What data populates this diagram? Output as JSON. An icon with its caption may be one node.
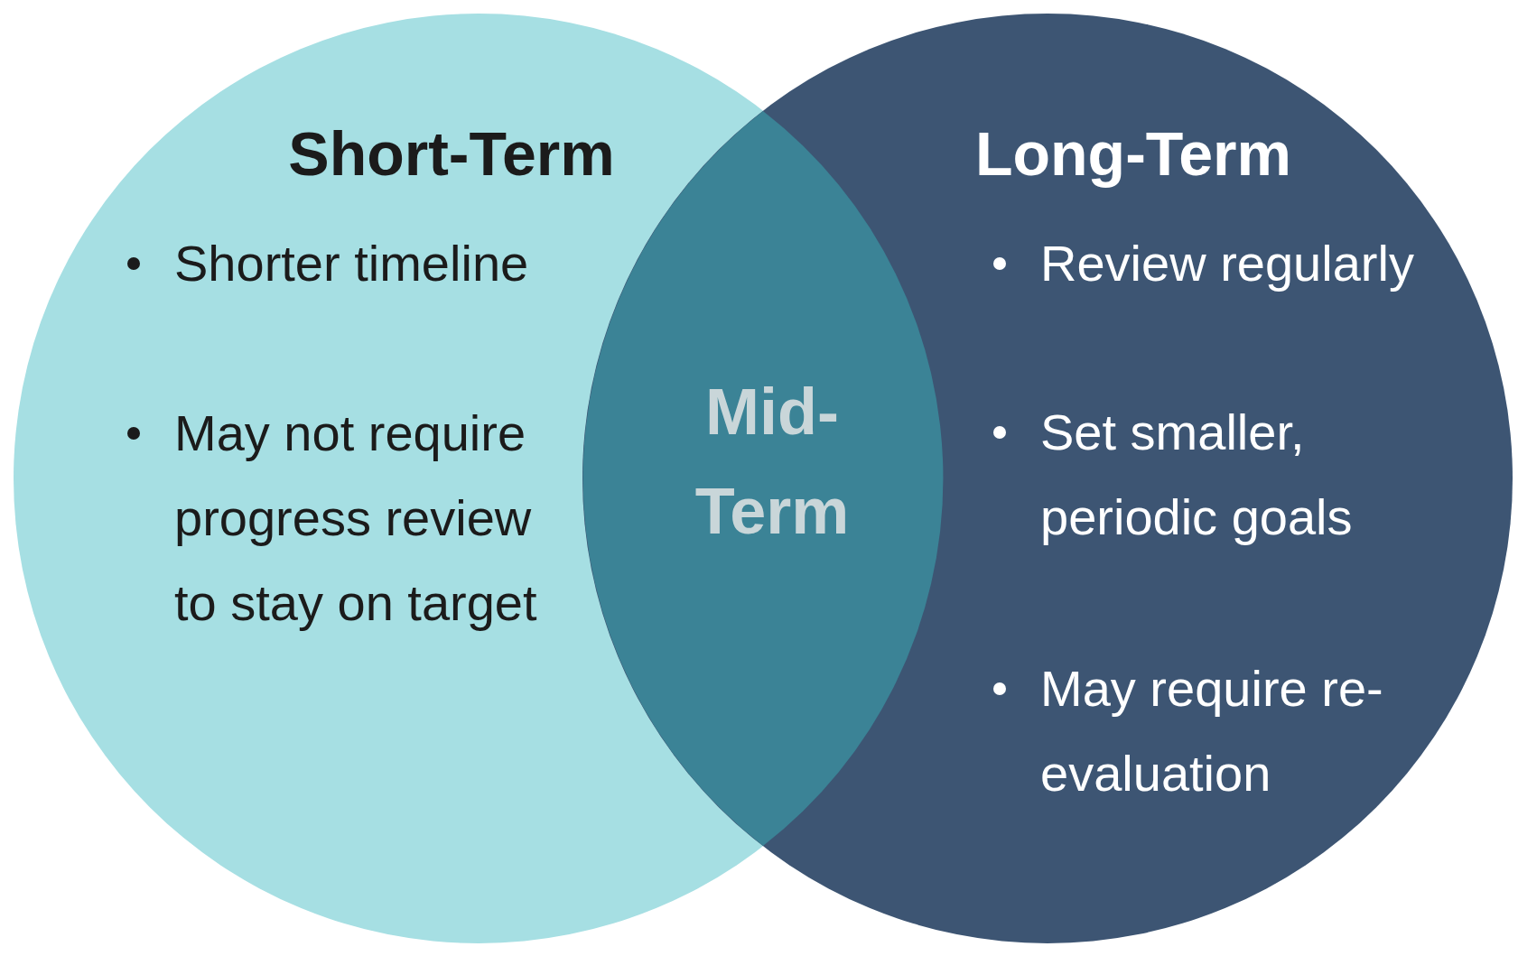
{
  "diagram": {
    "nodes": [
      {
        "text": [
          "Short-Term",
          "Shorter timeline",
          "May not require progress review to stay on target"
        ]
      },
      {
        "text": [
          "Long-Term",
          "Review regularly",
          "Set smaller, periodic goals",
          "May require re-evaluation"
        ]
      },
      {
        "text": [
          "Mid- Term"
        ]
      }
    ]
  }
}
